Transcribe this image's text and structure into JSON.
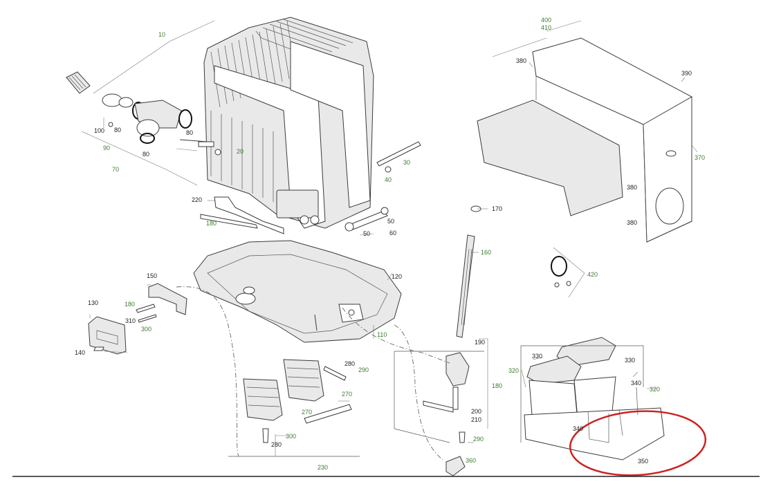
{
  "labels": {
    "c10": "10",
    "c20": "20",
    "c30": "30",
    "c40": "40",
    "c50a": "50",
    "c50b": "50",
    "c60": "60",
    "c70": "70",
    "c80a": "80",
    "c80b": "80",
    "c80c": "80",
    "c90": "90",
    "c100": "100",
    "c110": "110",
    "c120": "120",
    "c130": "130",
    "c140": "140",
    "c150": "150",
    "c160": "160",
    "c170": "170",
    "c180a": "180",
    "c180b": "180",
    "c180c": "180",
    "c190": "190",
    "c200": "200",
    "c210": "210",
    "c220": "220",
    "c230": "230",
    "c270a": "270",
    "c270b": "270",
    "c280a": "280",
    "c280b": "280",
    "c290a": "290",
    "c290b": "290",
    "c300a": "300",
    "c300b": "300",
    "c310": "310",
    "c320a": "320",
    "c320b": "320",
    "c330a": "330",
    "c330b": "330",
    "c340a": "340",
    "c340b": "340",
    "c350": "350",
    "c360": "360",
    "c370": "370",
    "c380a": "380",
    "c380b": "380",
    "c380c": "380",
    "c390": "390",
    "c400": "400",
    "c410": "410",
    "c420": "420"
  },
  "colors": {
    "label_green": "#3d7a2c",
    "label_black": "#222222",
    "highlight_ellipse": "#cc2222",
    "line_art": "#3a3a3a"
  }
}
